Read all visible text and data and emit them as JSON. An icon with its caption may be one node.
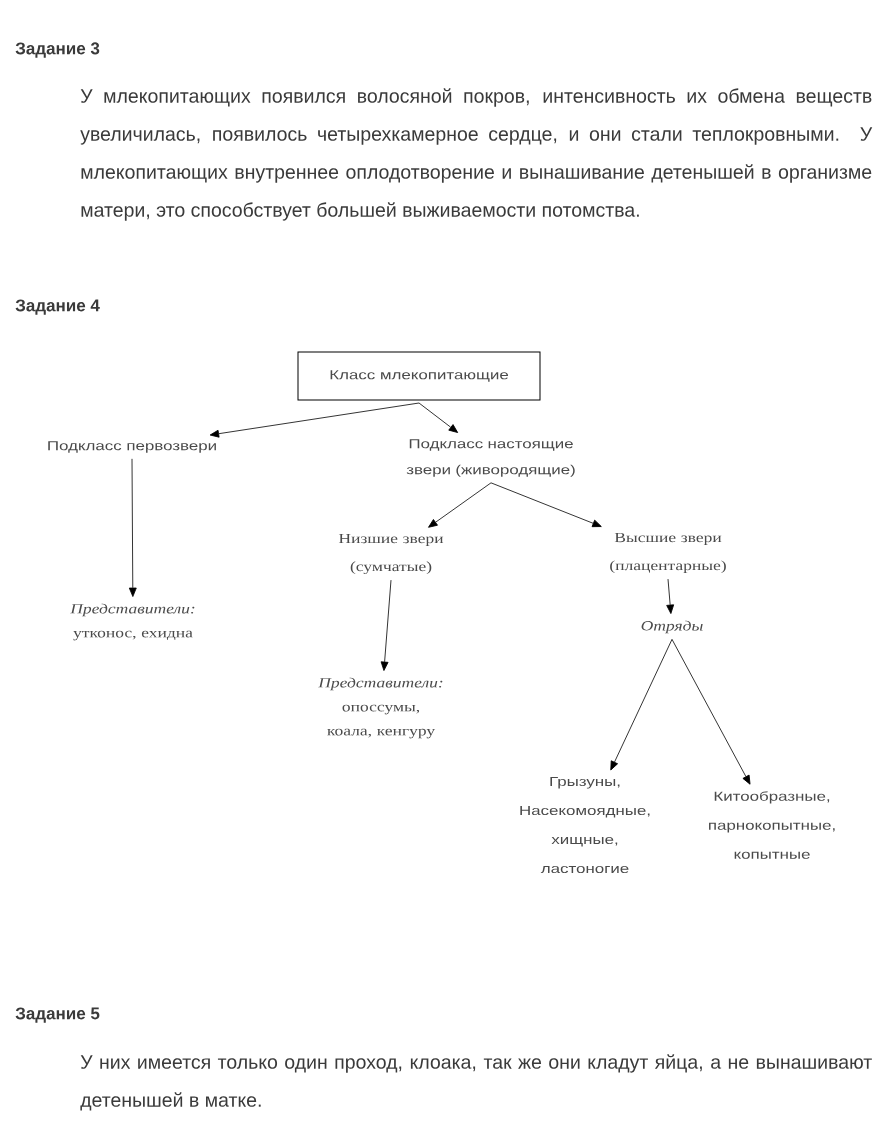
{
  "diagram": {
    "nodes": [
      {
        "text": [
          "Класс млекопитающие"
        ]
      },
      {
        "text": [
          "Подкласс первозвери"
        ]
      },
      {
        "text": [
          "Подкласс настоящие звери (живородящие)"
        ]
      },
      {
        "text": [
          "Низшие звери (сумчатые)"
        ]
      },
      {
        "text": [
          "Высшие звери (плацентарные)"
        ]
      },
      {
        "text": [
          "Представители:",
          "утконос, ехидна"
        ]
      },
      {
        "text": [
          "Представители:",
          "опоссумы, коала, кенгуру"
        ]
      },
      {
        "text": [
          "Отряды"
        ]
      },
      {
        "text": [
          "Грызуны, Насекомоядные, хищные, ластоногие"
        ]
      },
      {
        "text": [
          "Китообразные, парнокопытные, копытные"
        ]
      }
    ],
    "edges": [
      {
        "from": 0,
        "to": 1,
        "arrow": "to"
      },
      {
        "from": 0,
        "to": 2,
        "arrow": "to"
      },
      {
        "from": 1,
        "to": 5,
        "arrow": "to"
      },
      {
        "from": 2,
        "to": 3,
        "arrow": "to"
      },
      {
        "from": 2,
        "to": 4,
        "arrow": "to"
      },
      {
        "from": 3,
        "to": 6,
        "arrow": "to"
      },
      {
        "from": 4,
        "to": 7,
        "arrow": "to"
      },
      {
        "from": 7,
        "to": 8,
        "arrow": "to"
      },
      {
        "from": 7,
        "to": 9,
        "arrow": "to"
      }
    ],
    "labels": [
      "Задание 3",
      "У млекопитающих появился волосяной покров, интенсивность их обмена веществ увеличилась, появилось четырехкамерное сердце, и они стали теплокровными. У млекопитающих внутреннее оплодотворение и вынашивание детенышей в организме матери, это способствует большей выживаемости потомства.",
      "Задание 4",
      "Задание 5",
      "У них имеется только один проход, клоака, так же они кладут яйца, а не вынашивают детенышей в матке."
    ]
  }
}
